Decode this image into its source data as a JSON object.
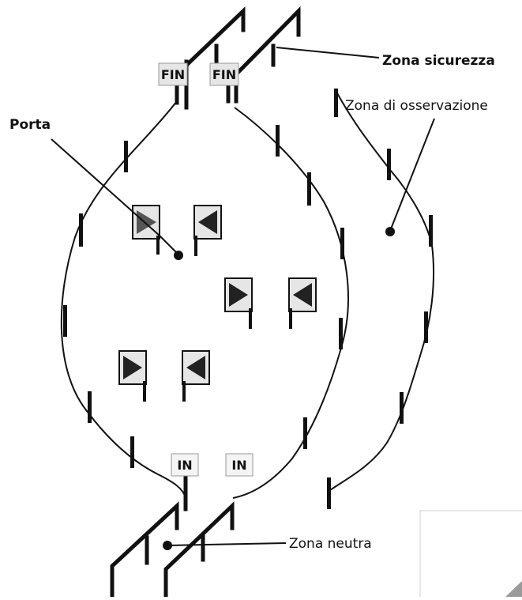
{
  "labels": {
    "zona_sicurezza": "Zona sicurezza",
    "zona_osservazione": "Zona di osservazione",
    "porta": "Porta",
    "zona_neutra": "Zona neutra"
  },
  "signs": {
    "fin_left": "FIN",
    "fin_right": "FIN",
    "in_left": "IN",
    "in_right": "IN"
  },
  "colors": {
    "line": "#111111",
    "gate_fill": "#e6e6e6",
    "gate_arrow_dark": "#222222",
    "gate_arrow_grey": "#555555"
  }
}
